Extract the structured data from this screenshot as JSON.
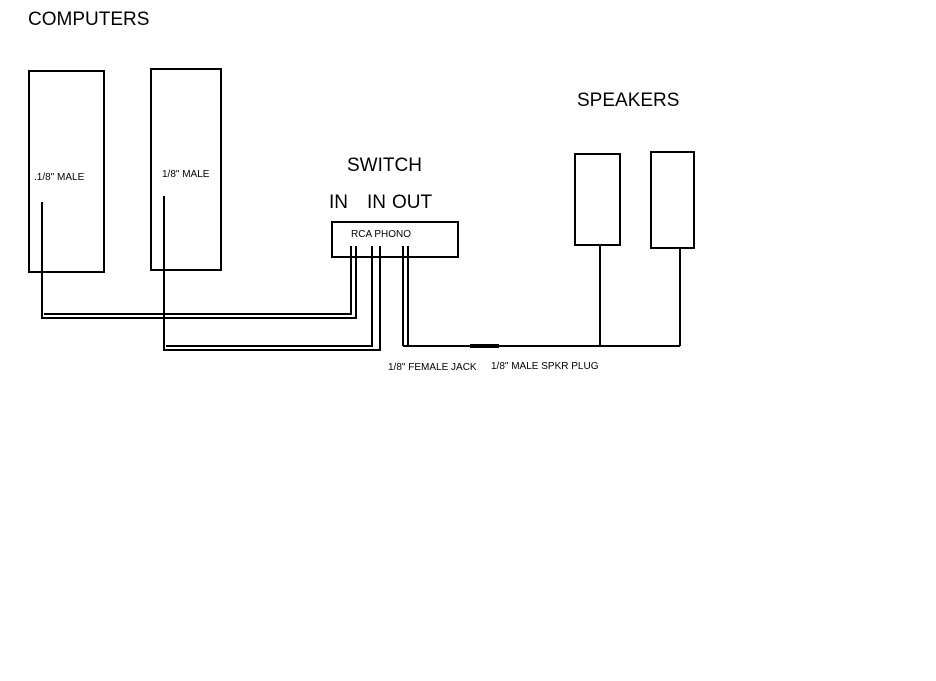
{
  "labels": {
    "computers": "COMPUTERS",
    "speakers": "SPEAKERS",
    "switch": "SWITCH",
    "switch_in_1": "IN",
    "switch_in_2": "IN",
    "switch_out": "OUT",
    "switch_connector": "RCA PHONO",
    "computer_1_connector": ".1/8\"   MALE",
    "computer_2_connector": "1/8\" MALE",
    "female_jack": "1/8\" FEMALE JACK",
    "male_plug": "1/8\" MALE SPKR PLUG"
  }
}
